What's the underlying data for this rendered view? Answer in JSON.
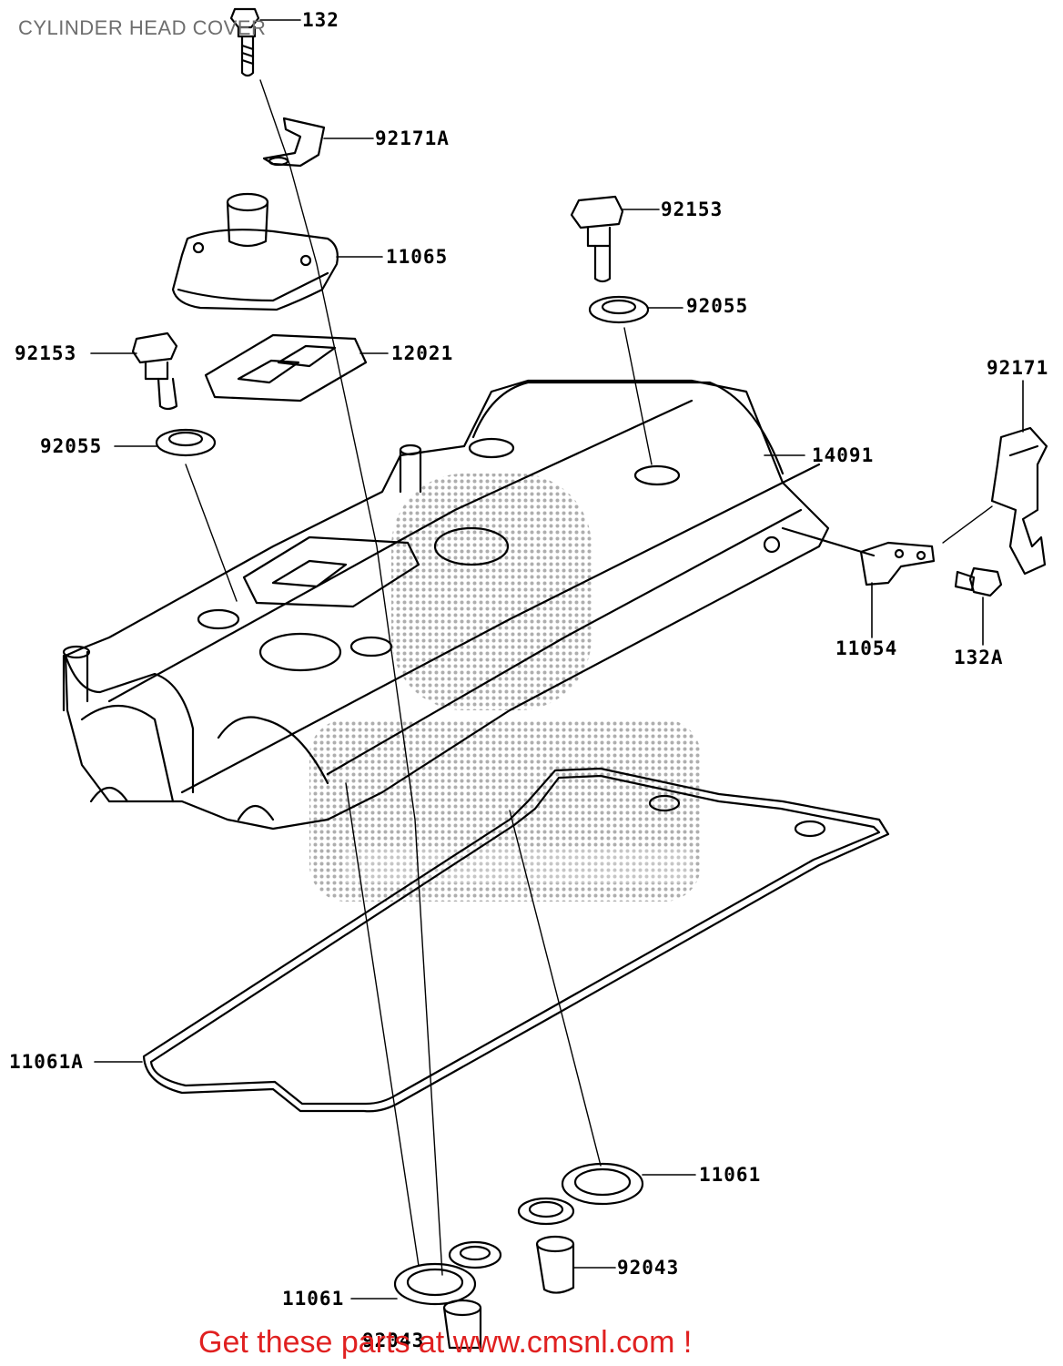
{
  "diagram": {
    "title": "CYLINDER HEAD COVER",
    "footer_promo": "Get these parts at www.cmsnl.com !",
    "accent_color": "#e02020",
    "part_labels": {
      "p132": "132",
      "p92171A": "92171A",
      "p92153_top": "92153",
      "p11065": "11065",
      "p92055_top": "92055",
      "p92153_left": "92153",
      "p12021": "12021",
      "p92171": "92171",
      "p92055_left": "92055",
      "p14091": "14091",
      "p11054": "11054",
      "p132A": "132A",
      "p11061A": "11061A",
      "p11061_right": "11061",
      "p92043_right": "92043",
      "p11061_left": "11061",
      "p92043_bottom": "92043"
    }
  }
}
